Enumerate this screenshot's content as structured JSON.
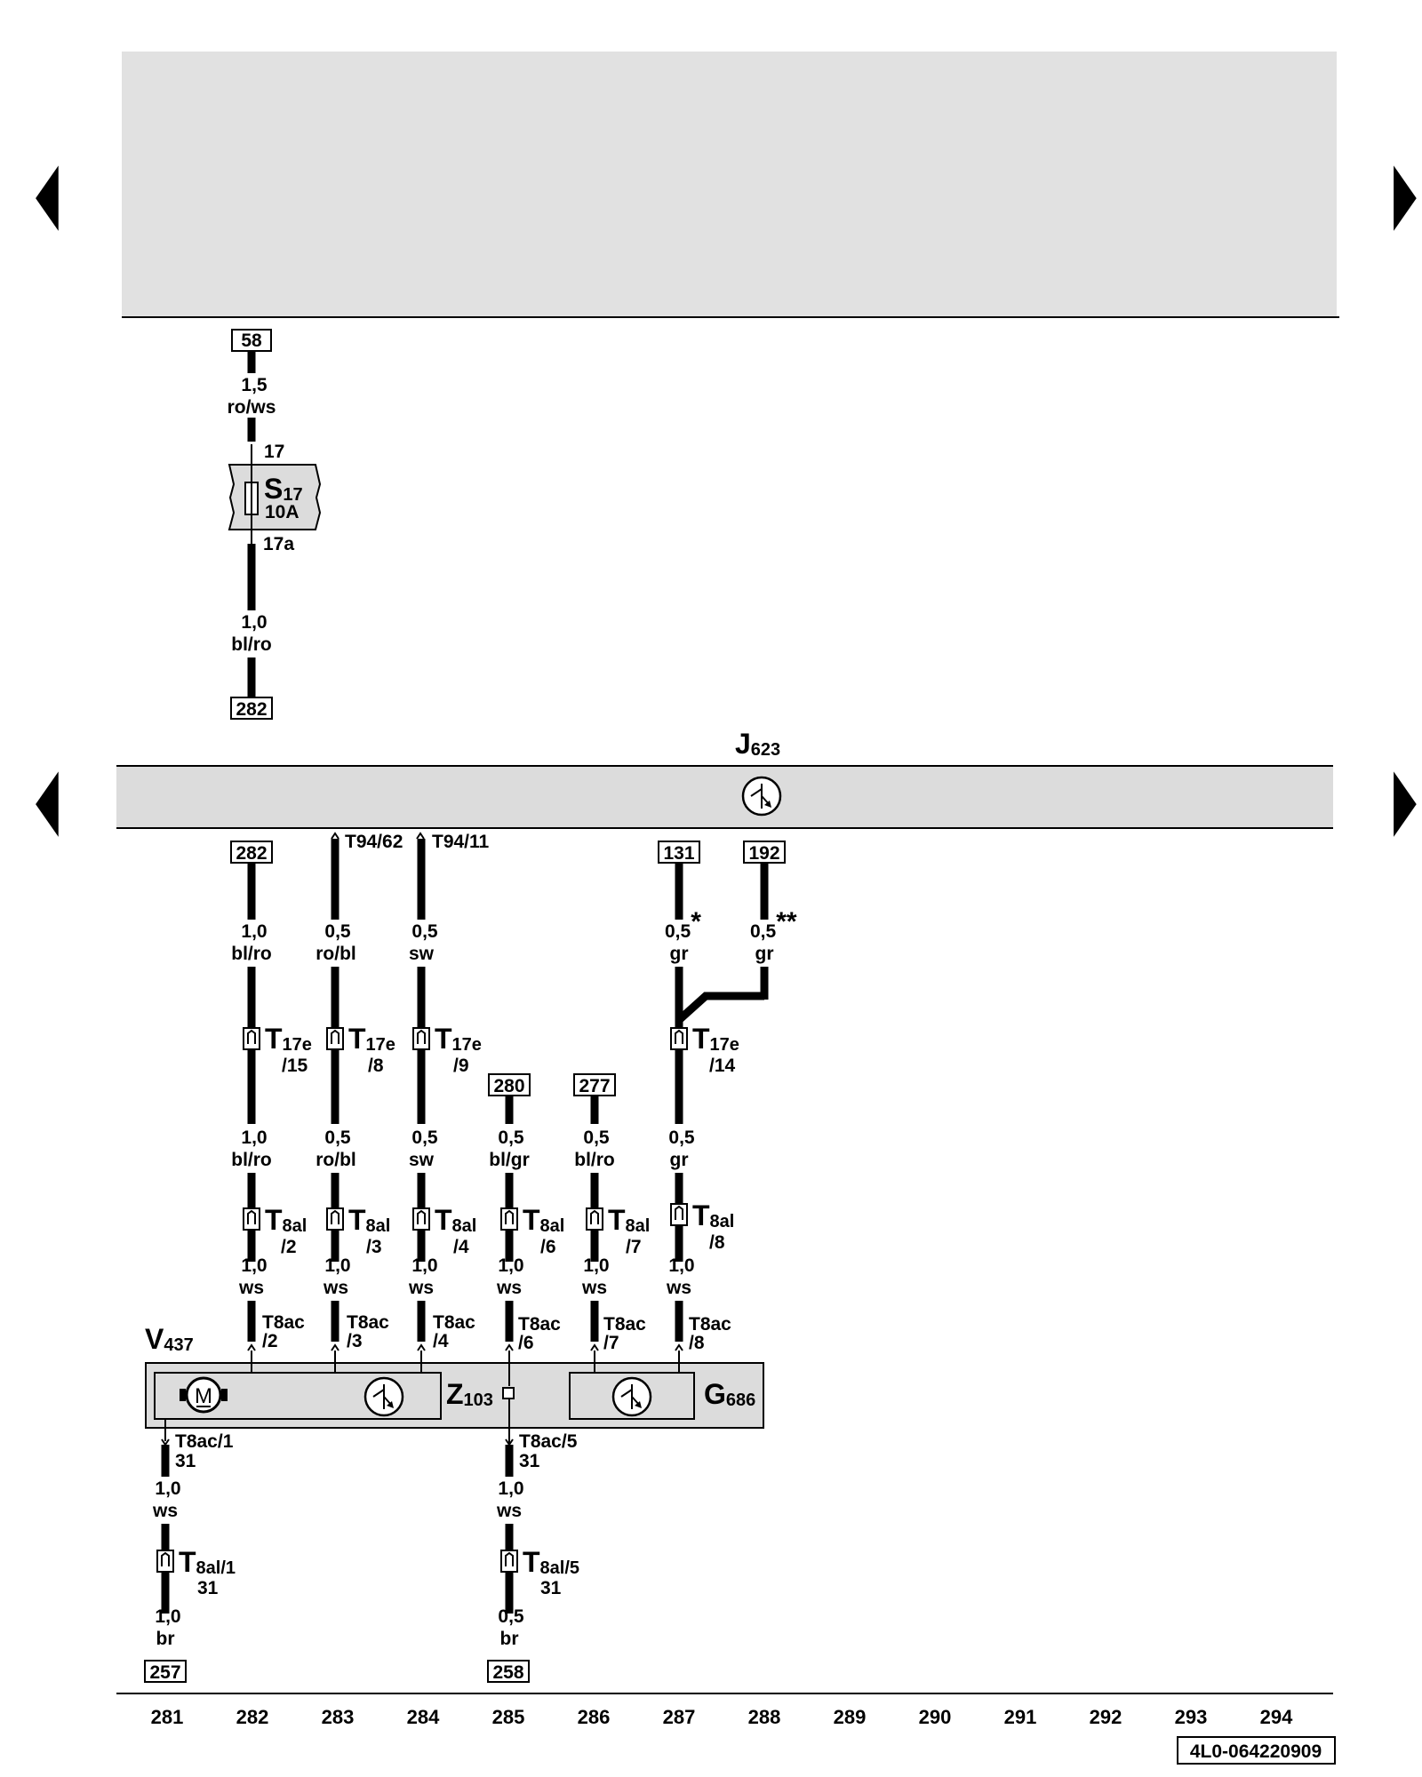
{
  "colors": {
    "band": "#e1e1e1",
    "line": "#000000",
    "box": "#dcdcdc"
  },
  "nav": {
    "arrow_left": "◀",
    "arrow_right": "▶"
  },
  "fuse": {
    "id_main": "S",
    "id_sub": "17",
    "rating": "10A",
    "pin_in": "17",
    "pin_out": "17a"
  },
  "top_wires": {
    "in_ref": "58",
    "in_size": "1,5",
    "in_color": "ro/ws",
    "out_size": "1,0",
    "out_color": "bl/ro",
    "out_ref": "282"
  },
  "module_j": {
    "id_main": "J",
    "id_sub": "623"
  },
  "pins_j": {
    "p62": "T94/62",
    "p11": "T94/11"
  },
  "refs": {
    "r282": "282",
    "r131": "131",
    "r192": "192",
    "r280": "280",
    "r277": "277",
    "r257": "257",
    "r258": "258"
  },
  "wires1": {
    "w1_size": "1,0",
    "w1_color": "bl/ro",
    "w2_size": "0,5",
    "w2_color": "ro/bl",
    "w3_size": "0,5",
    "w3_color": "sw",
    "w4_size": "0,5",
    "w4_mark": "*",
    "w4_color": "gr",
    "w5_size": "0,5",
    "w5_mark": "**",
    "w5_color": "gr"
  },
  "t17e": {
    "main": "T",
    "sub": "17e",
    "p15": "/15",
    "p8": "/8",
    "p9": "/9",
    "p14": "/14"
  },
  "wires2": {
    "a_size": "1,0",
    "a_color": "bl/ro",
    "b_size": "0,5",
    "b_color": "ro/bl",
    "c_size": "0,5",
    "c_color": "sw",
    "d_size": "0,5",
    "d_color": "bl/gr",
    "e_size": "0,5",
    "e_color": "bl/ro",
    "f_size": "0,5",
    "f_color": "gr"
  },
  "t8al": {
    "main": "T",
    "sub": "8al",
    "p2": "/2",
    "p3": "/3",
    "p4": "/4",
    "p6": "/6",
    "p7": "/7",
    "p8": "/8",
    "p1": "/1",
    "p5": "/5",
    "gnd": "31"
  },
  "wires3": {
    "size": "1,0",
    "color": "ws"
  },
  "t8ac": {
    "name": "T8ac",
    "p2": "/2",
    "p3": "/3",
    "p4": "/4",
    "p6": "/6",
    "p7": "/7",
    "p8": "/8",
    "p1": "T8ac/1",
    "p5": "T8ac/5",
    "gnd": "31"
  },
  "motor_v": {
    "id_main": "V",
    "id_sub": "437",
    "m": "M"
  },
  "heater_z": {
    "id_main": "Z",
    "id_sub": "103"
  },
  "sensor_g": {
    "id_main": "G",
    "id_sub": "686"
  },
  "wires_low": {
    "l_size": "1,0",
    "l_color": "ws",
    "l2_size": "1,0",
    "l2_color": "br",
    "r_size": "1,0",
    "r_color": "ws",
    "r2_size": "0,5",
    "r2_color": "br"
  },
  "columns": [
    "281",
    "282",
    "283",
    "284",
    "285",
    "286",
    "287",
    "288",
    "289",
    "290",
    "291",
    "292",
    "293",
    "294"
  ],
  "doc_code": "4L0-064220909"
}
